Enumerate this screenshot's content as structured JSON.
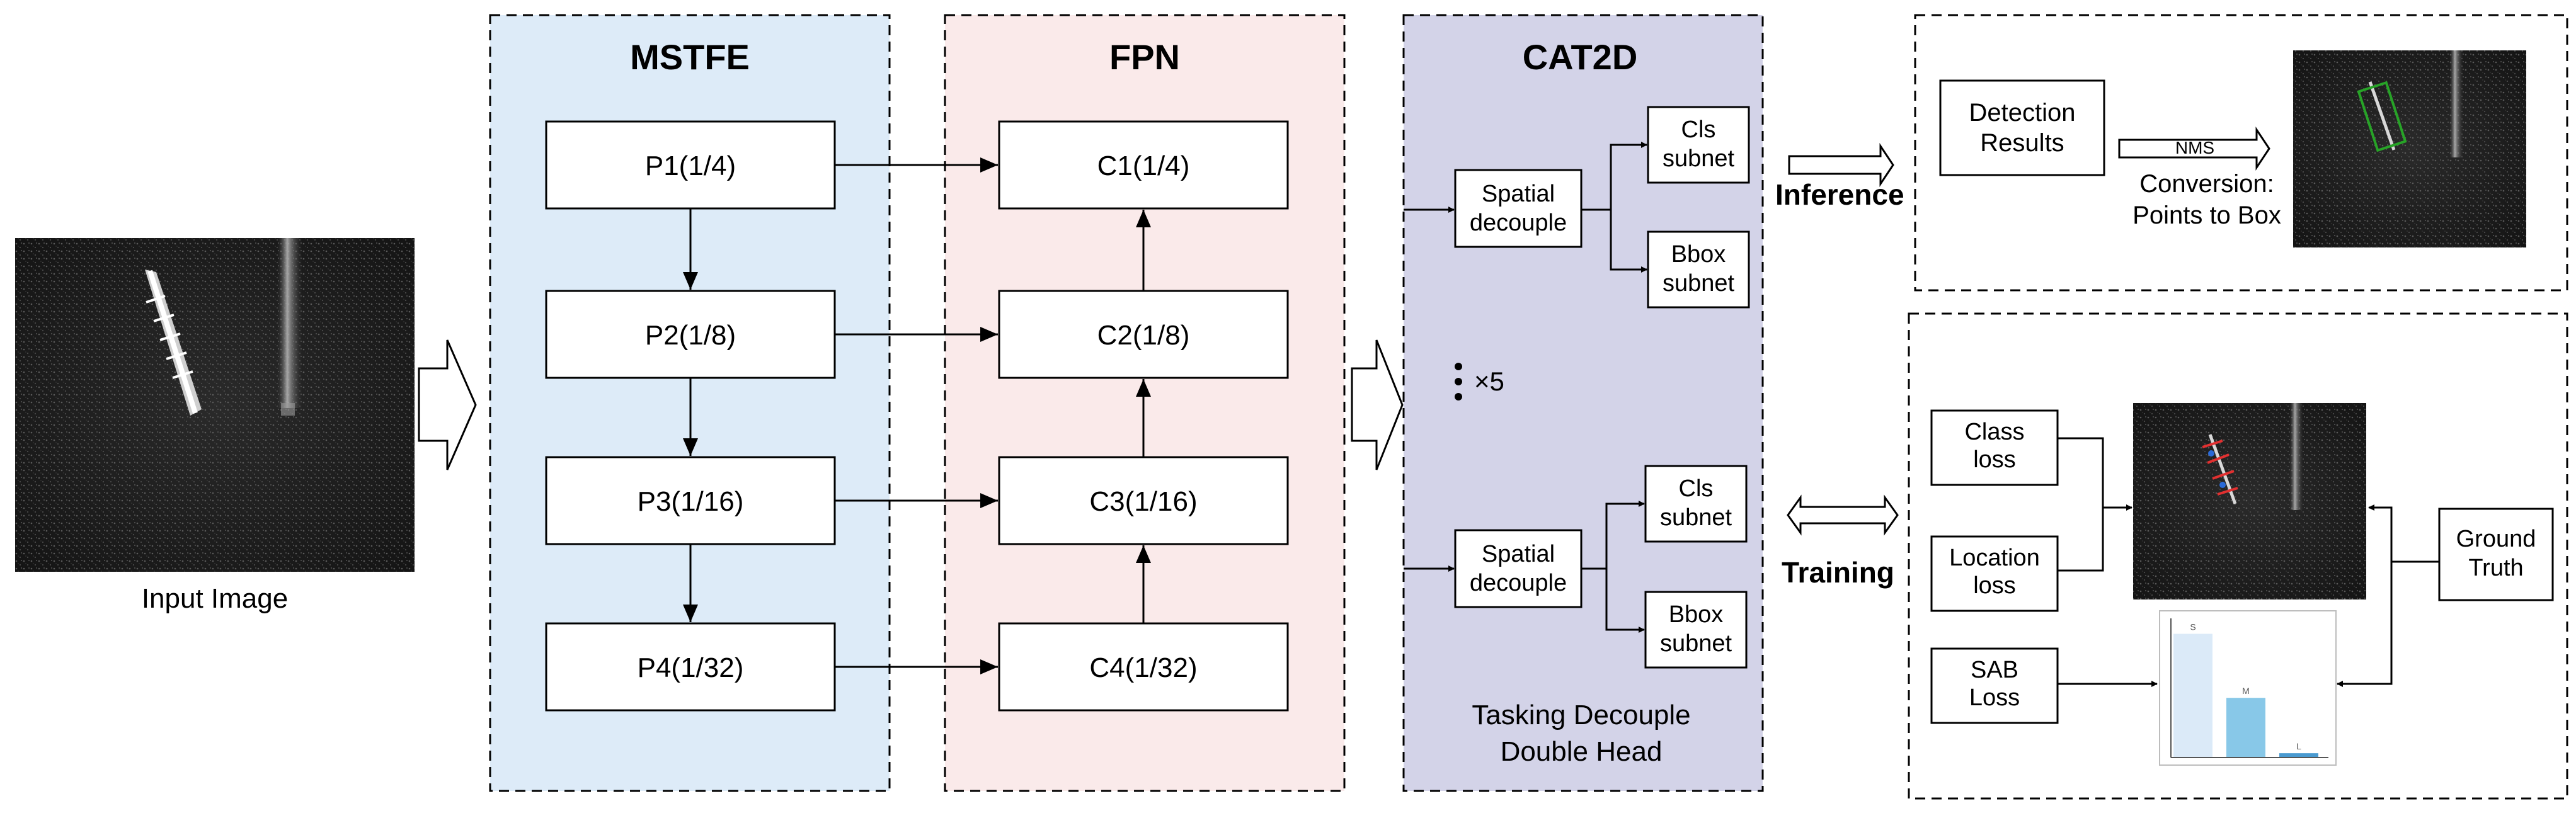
{
  "input": {
    "caption": "Input Image"
  },
  "mstfe": {
    "title": "MSTFE",
    "stages": [
      "P1(1/4)",
      "P2(1/8)",
      "P3(1/16)",
      "P4(1/32)"
    ]
  },
  "fpn": {
    "title": "FPN",
    "stages": [
      "C1(1/4)",
      "C2(1/8)",
      "C3(1/16)",
      "C4(1/32)"
    ]
  },
  "cat2d": {
    "title": "CAT2D",
    "spatial_line1": "Spatial",
    "spatial_line2": "decouple",
    "cls_line1": "Cls",
    "cls_line2": "subnet",
    "bbox_line1": "Bbox",
    "bbox_line2": "subnet",
    "repeat": "×5",
    "caption_line1": "Tasking Decouple",
    "caption_line2": "Double Head",
    "caption_color": "#e8131b"
  },
  "inference": {
    "label": "Inference",
    "results_line1": "Detection",
    "results_line2": "Results",
    "nms": "NMS",
    "conversion_line1": "Conversion:",
    "conversion_line2": "Points to Box"
  },
  "training": {
    "label": "Training",
    "class_line1": "Class",
    "class_line2": "loss",
    "location_line1": "Location",
    "location_line2": "loss",
    "sab_line1": "SAB",
    "sab_line2": "Loss",
    "gt_line1": "Ground",
    "gt_line2": "Truth"
  },
  "chart_data": {
    "type": "bar",
    "categories": [
      "S",
      "M",
      "L"
    ],
    "values": [
      1.0,
      0.48,
      0.03
    ],
    "ylim": [
      0,
      1.1
    ],
    "colors": [
      "#dbeaf8",
      "#88c8e8",
      "#4a9ad0"
    ]
  },
  "colors": {
    "mstfe_bg": "#ddebf8",
    "fpn_bg": "#faeaea",
    "cat2d_bg": "#d3d3e8"
  }
}
